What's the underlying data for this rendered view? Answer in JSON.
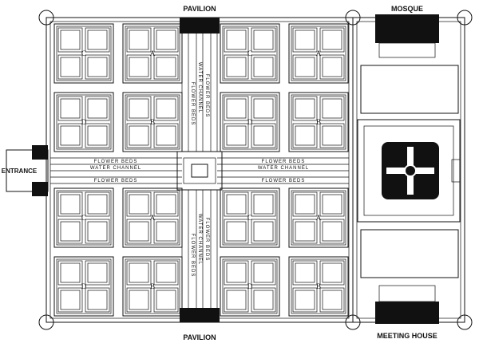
{
  "labels": {
    "pavilion_top": "PAVILION",
    "pavilion_bottom": "PAVILION",
    "mosque": "MOSQUE",
    "meeting_house": "MEETING HOUSE",
    "entrance": "ENTRANCE"
  },
  "channel_labels": {
    "h_left_top": "FLOWER BEDS",
    "h_left_mid": "WATER CHANNEL",
    "h_left_bot": "FLOWER BEDS",
    "h_right_top": "FLOWER BEDS",
    "h_right_mid": "WATER CHANNEL",
    "h_right_bot": "FLOWER BEDS",
    "v_top_a": "FLOWER BEDS",
    "v_top_b": "WATER CHANNEL",
    "v_top_c": "FLOWER BEDS",
    "v_bot_a": "FLOWER BEDS",
    "v_bot_b": "WATER CHANNEL",
    "v_bot_c": "FLOWER BEDS"
  },
  "bed_letters": {
    "q1": [
      "C",
      "A",
      "D",
      "B"
    ],
    "q2": [
      "C",
      "A",
      "D",
      "B"
    ],
    "q3": [
      "C",
      "A",
      "D",
      "B"
    ],
    "q4": [
      "C",
      "A",
      "D",
      "B"
    ]
  }
}
